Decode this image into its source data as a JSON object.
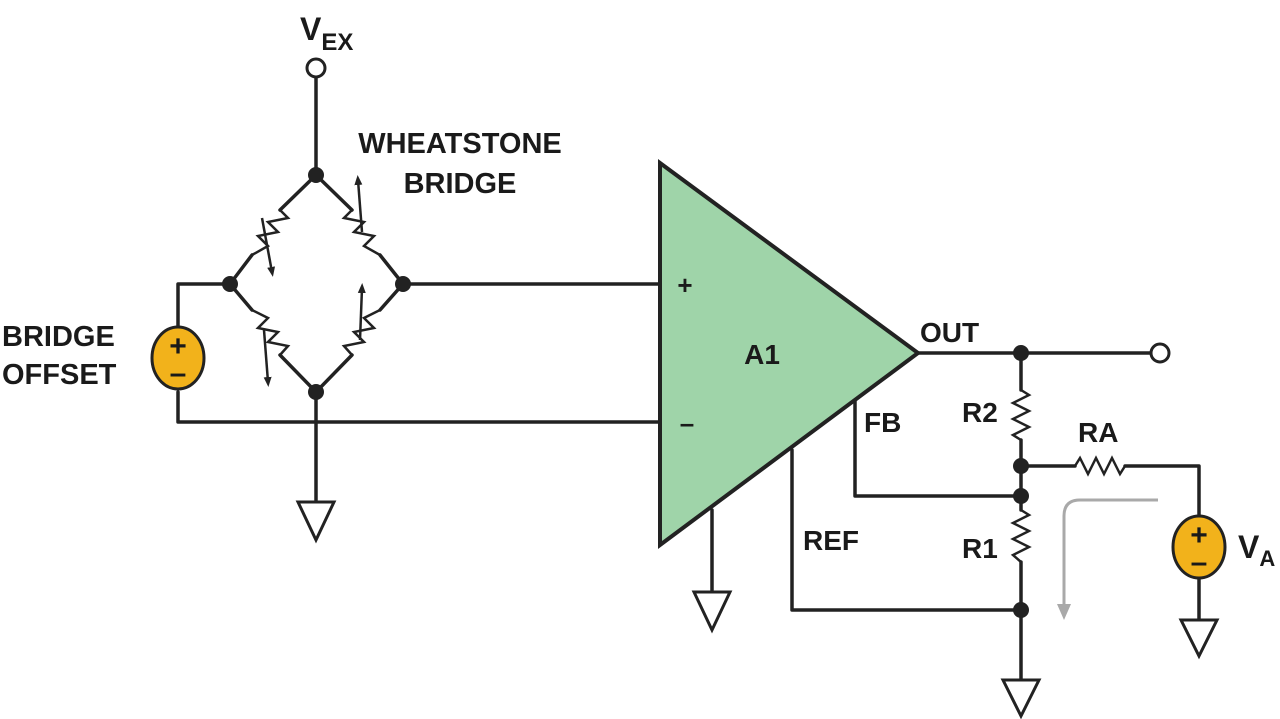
{
  "labels": {
    "vex_main": "V",
    "vex_sub": "EX",
    "title_line1": "WHEATSTONE",
    "title_line2": "BRIDGE",
    "offset_line1": "BRIDGE",
    "offset_line2": "OFFSET",
    "amp": "A1",
    "plus": "+",
    "minus": "–",
    "out": "OUT",
    "fb": "FB",
    "ref": "REF",
    "r2": "R2",
    "r1": "R1",
    "ra": "RA",
    "va_main": "V",
    "va_sub": "A",
    "src_plus": "+",
    "src_minus": "–"
  },
  "colors": {
    "amp_fill": "#9fd4a9",
    "source_fill": "#f2b21b",
    "wire": "#222222",
    "arrow": "#a9a9a9"
  }
}
